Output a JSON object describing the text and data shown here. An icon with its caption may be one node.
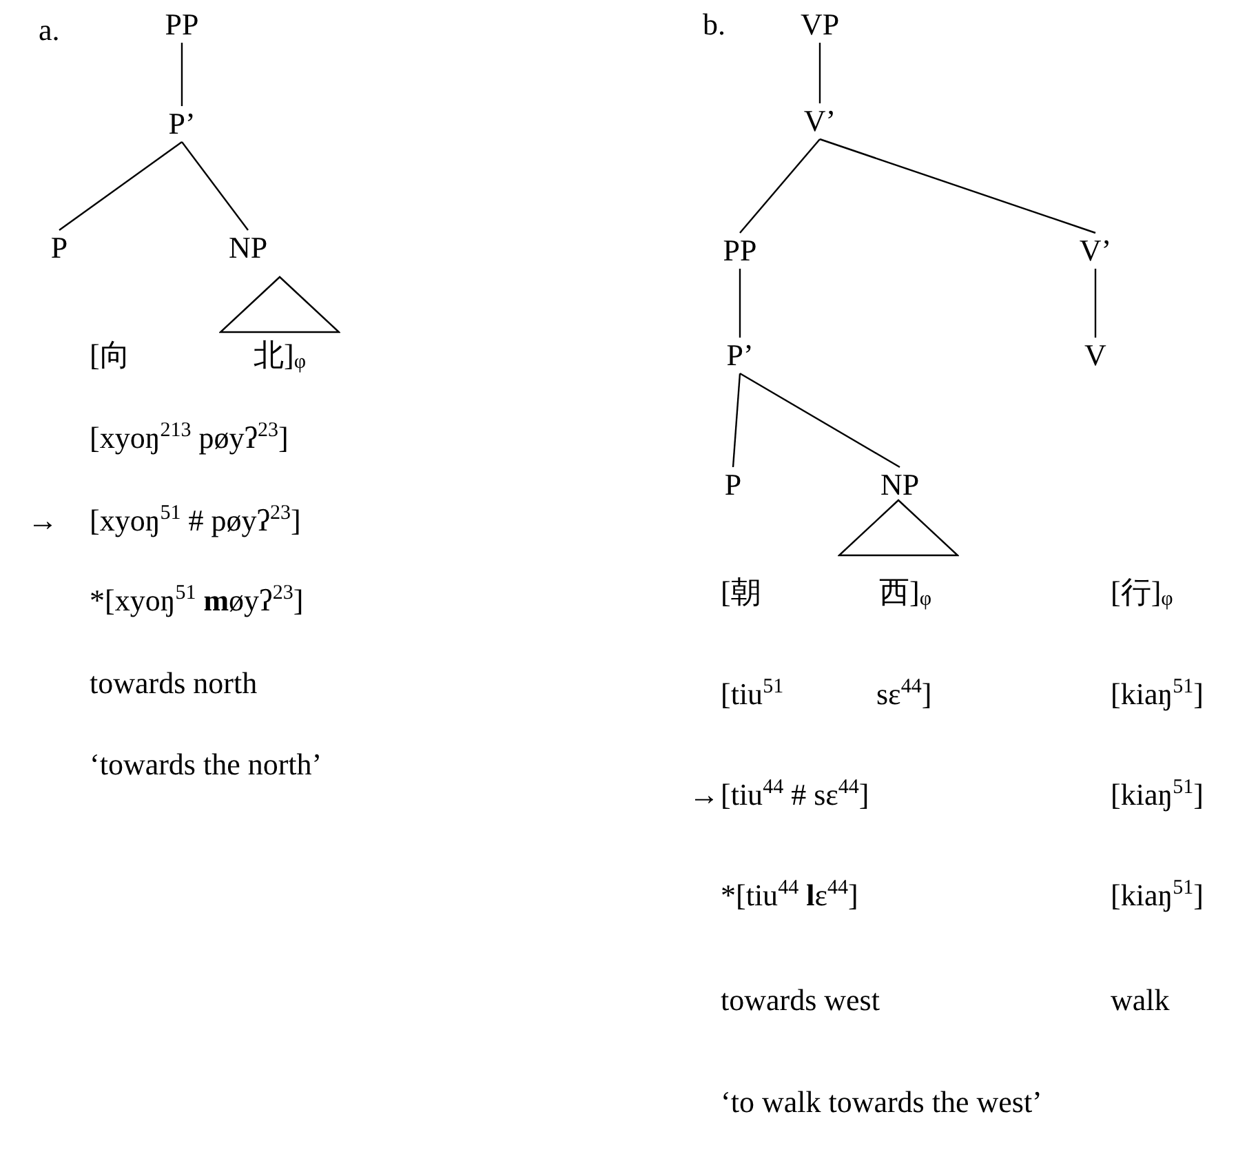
{
  "diagram": {
    "nodes": [
      {
        "text": [
          "PP"
        ]
      },
      {
        "text": [
          "P’"
        ]
      },
      {
        "text": [
          "P"
        ]
      },
      {
        "text": [
          "NP"
        ]
      },
      {
        "text": [],
        "shape": "triangle"
      },
      {
        "text": [
          "VP"
        ]
      },
      {
        "text": [
          "V’"
        ]
      },
      {
        "text": [
          "PP"
        ]
      },
      {
        "text": [
          "V’"
        ]
      },
      {
        "text": [
          "P’"
        ]
      },
      {
        "text": [
          "V"
        ]
      },
      {
        "text": [
          "P"
        ]
      },
      {
        "text": [
          "NP"
        ]
      },
      {
        "text": [],
        "shape": "triangle"
      }
    ],
    "edges": [
      {
        "from": 0,
        "to": 1,
        "arrow": "none"
      },
      {
        "from": 1,
        "to": 2,
        "arrow": "none"
      },
      {
        "from": 1,
        "to": 3,
        "arrow": "none"
      },
      {
        "from": 5,
        "to": 6,
        "arrow": "none"
      },
      {
        "from": 6,
        "to": 7,
        "arrow": "none"
      },
      {
        "from": 6,
        "to": 8,
        "arrow": "none"
      },
      {
        "from": 7,
        "to": 9,
        "arrow": "none"
      },
      {
        "from": 8,
        "to": 10,
        "arrow": "none"
      },
      {
        "from": 9,
        "to": 11,
        "arrow": "none"
      },
      {
        "from": 9,
        "to": 12,
        "arrow": "none"
      }
    ],
    "labels": [
      "a.",
      "[向",
      "北]$_{φ}$",
      "[xyoŋ$^{213}$ pøyʔ$^{23}$]",
      "→",
      "[xyoŋ$^{51}$ # pøyʔ$^{23}$]",
      "*[xyoŋ$^{51}$ **m**øyʔ$^{23}$]",
      "towards north",
      "‘towards the north’",
      "b.",
      "[朝",
      "西]$_{φ}$",
      "[行]$_{φ}$",
      "[tiu$^{51}$",
      "sɛ$^{44}$]",
      "[kiaŋ$^{51}$]",
      "→",
      "[tiu$^{44}$ # sɛ$^{44}$]",
      "[kiaŋ$^{51}$]",
      "*[tiu$^{44}$ **l**ɛ$^{44}$]",
      "[kiaŋ$^{51}$]",
      "towards west",
      "walk",
      "‘to walk towards the west’"
    ]
  }
}
